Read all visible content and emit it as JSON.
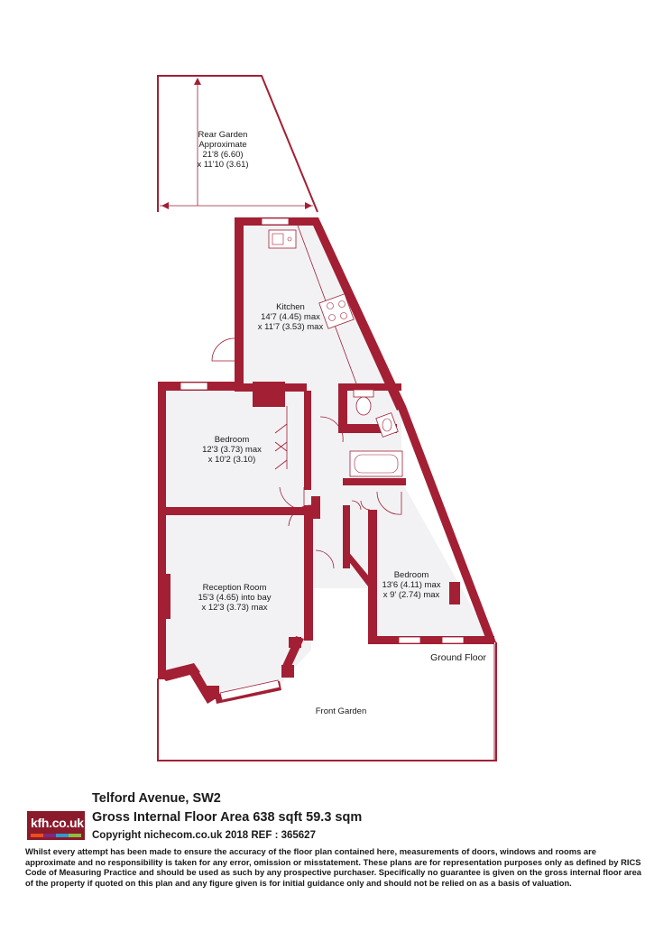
{
  "rooms": {
    "rear_garden": {
      "name": "Rear Garden",
      "line2": "Approximate",
      "line3": "21'8 (6.60)",
      "line4": "x 11'10 (3.61)"
    },
    "kitchen": {
      "name": "Kitchen",
      "line2": "14'7 (4.45) max",
      "line3": "x 11'7 (3.53) max"
    },
    "bedroom1": {
      "name": "Bedroom",
      "line2": "12'3 (3.73) max",
      "line3": "x 10'2 (3.10)"
    },
    "reception": {
      "name": "Reception Room",
      "line2": "15'3 (4.65) into bay",
      "line3": "x 12'3 (3.73) max"
    },
    "bedroom2": {
      "name": "Bedroom",
      "line2": "13'6 (4.11) max",
      "line3": "x 9' (2.74) max"
    },
    "front_garden": {
      "name": "Front Garden"
    }
  },
  "floor_label": "Ground Floor",
  "footer": {
    "logo": "kfh.co.uk",
    "title": "Telford Avenue, SW2",
    "area": "Gross Internal Floor Area 638 sqft 59.3 sqm",
    "copyright": "Copyright nichecom.co.uk 2018 REF : 365627",
    "disclaimer": "Whilst every attempt has been made to ensure the accuracy of the floor plan contained here, measurements of doors, windows and rooms are approximate and no responsibility is taken for any error, omission or misstatement. These plans are for representation purposes only as defined by RICS Code of Measuring Practice and should be used as such by any prospective purchaser. Specifically no guarantee is given on the gross internal floor area of the property if quoted on this plan and any figure given is for initial guidance only and should not be relied on as a basis of valuation."
  },
  "colors": {
    "wall": "#a31f34",
    "floor": "#f2f2f4",
    "logo_bg": "#8b1a2b",
    "logo_bars": [
      "#e94e1b",
      "#7a2a85",
      "#2c9ad1",
      "#8dbf3e"
    ]
  },
  "icons": [
    "sink-icon",
    "hob-icon",
    "toilet-icon",
    "basin-icon",
    "bath-icon"
  ]
}
